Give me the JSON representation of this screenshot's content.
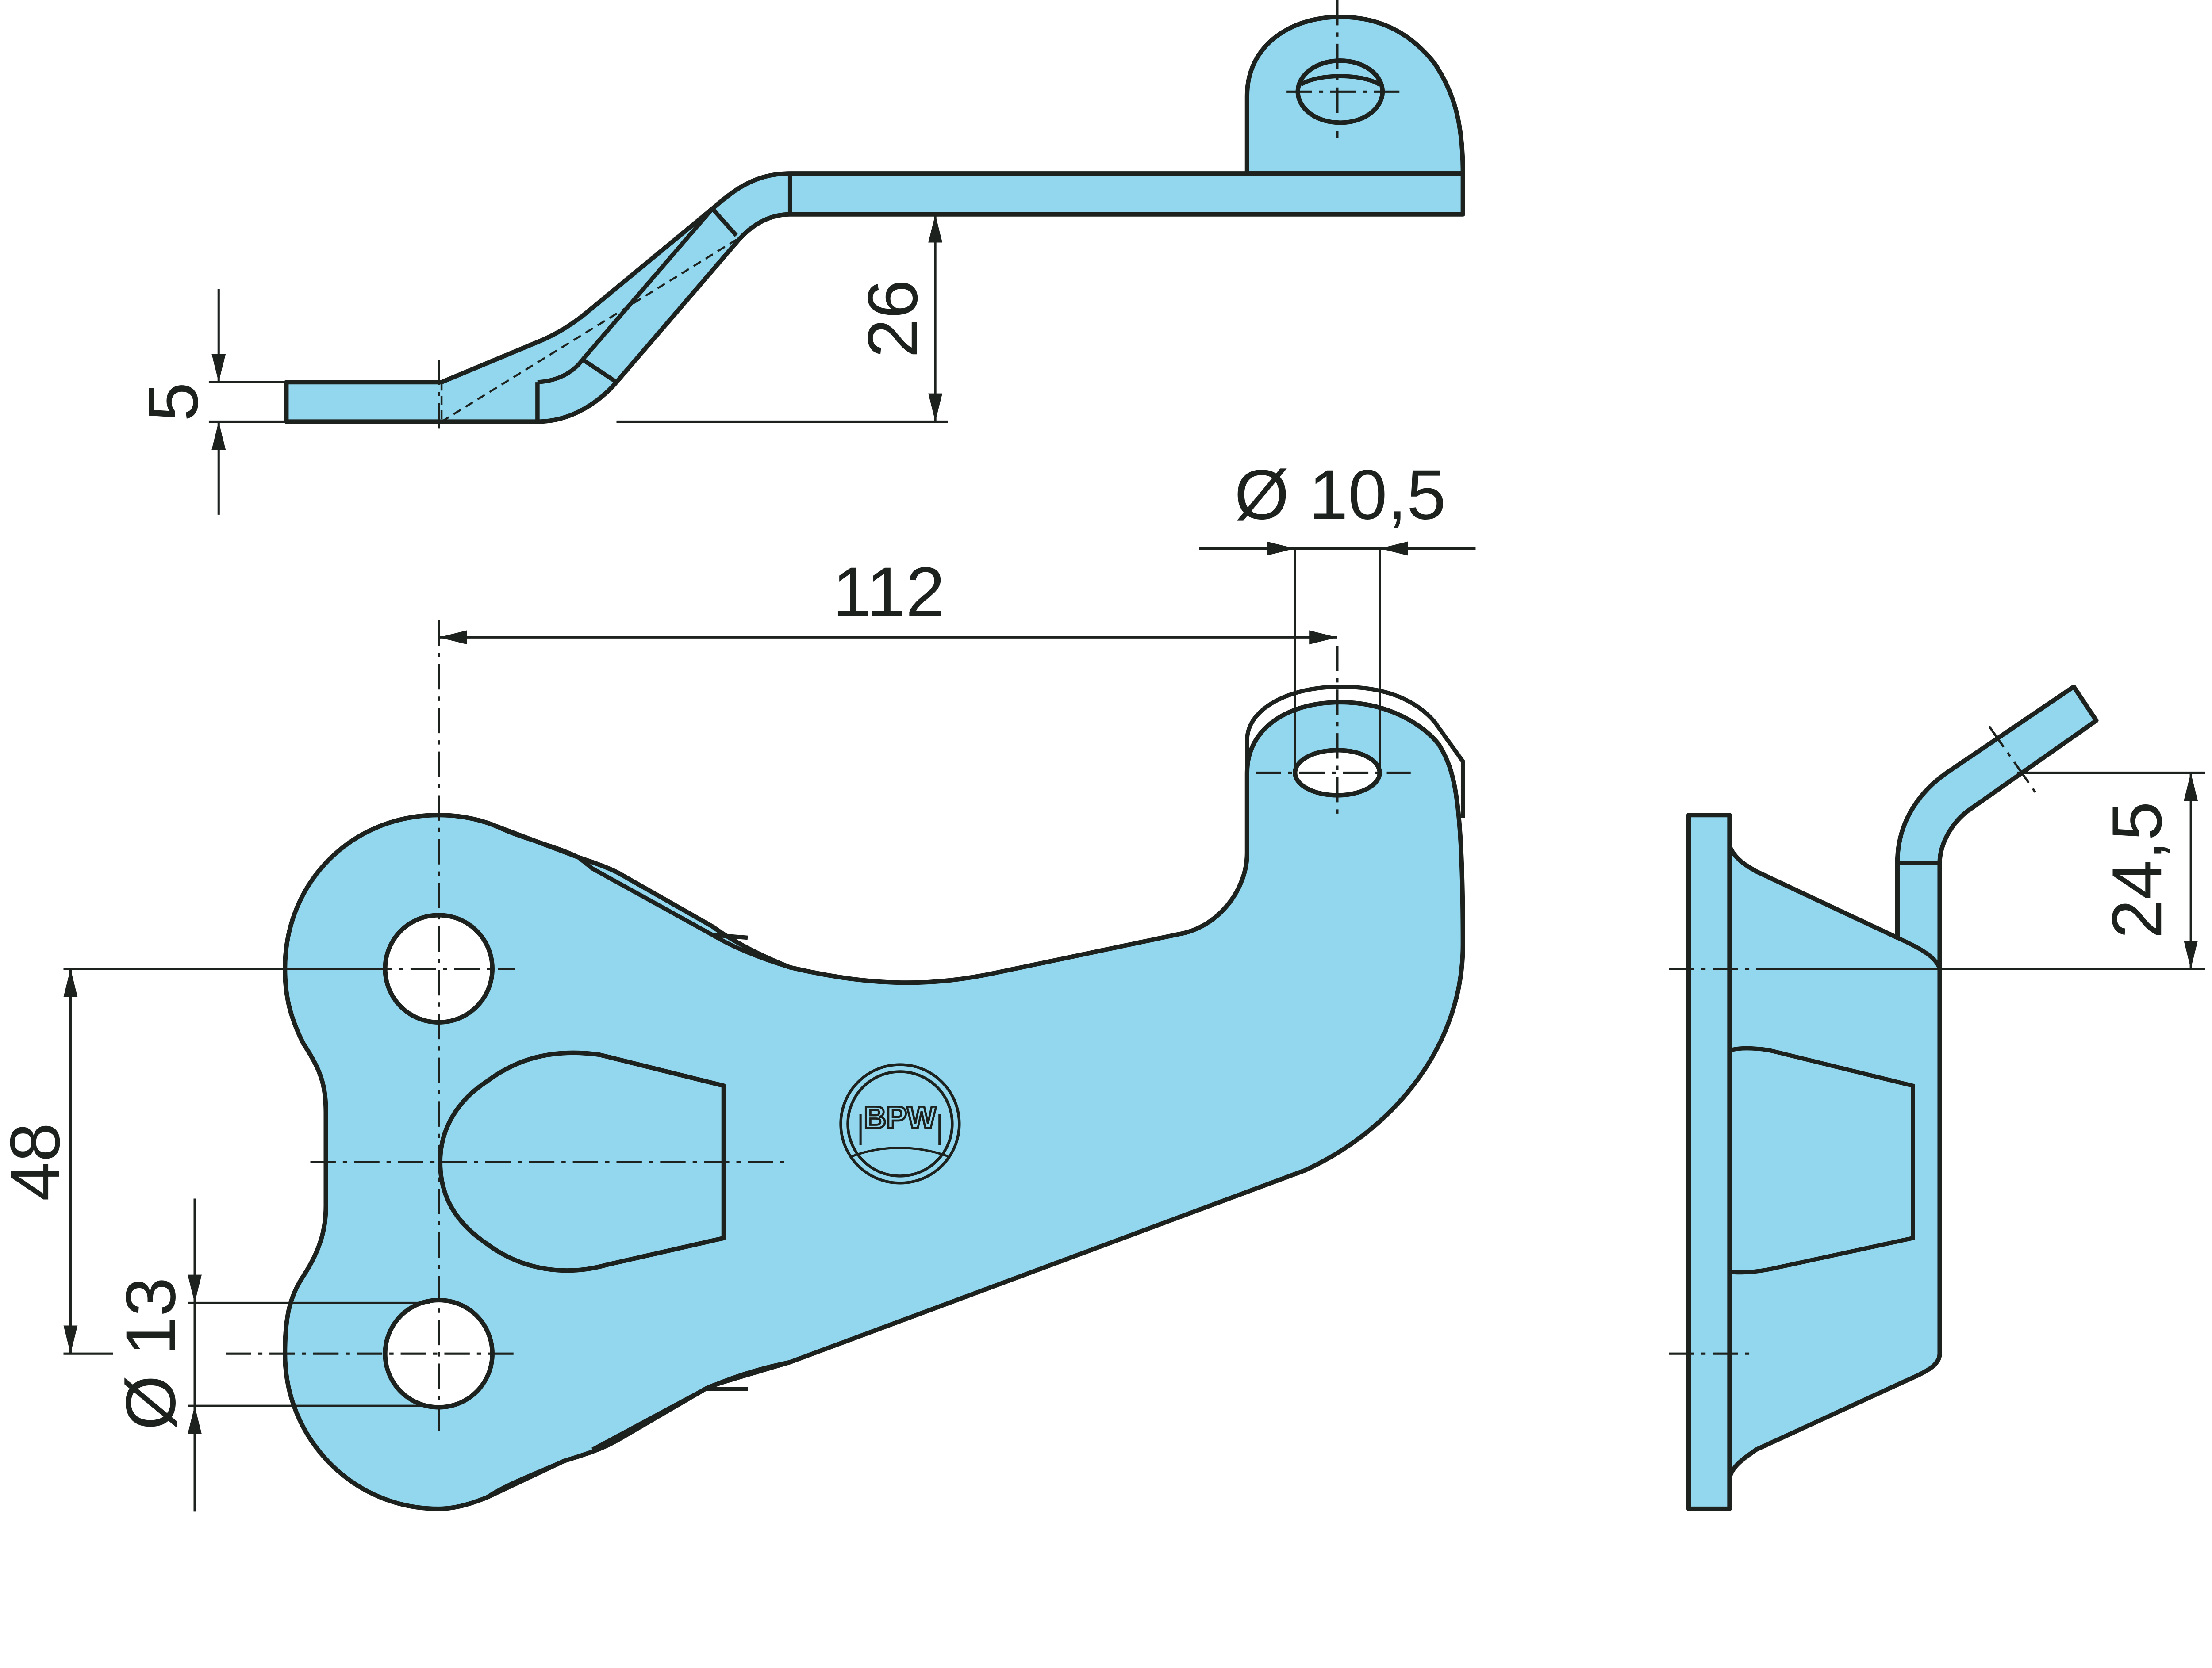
{
  "drawing": {
    "fill_color": "#92d7ee",
    "line_color": "#1d221f",
    "logo_text": "BPW",
    "dimensions": {
      "thickness": "5",
      "offset_height": "26",
      "hole_spacing": "112",
      "small_hole_diameter": "Ø 10,5",
      "vertical_spacing": "48",
      "large_hole_diameter": "Ø 13",
      "ear_height": "24,5"
    }
  }
}
